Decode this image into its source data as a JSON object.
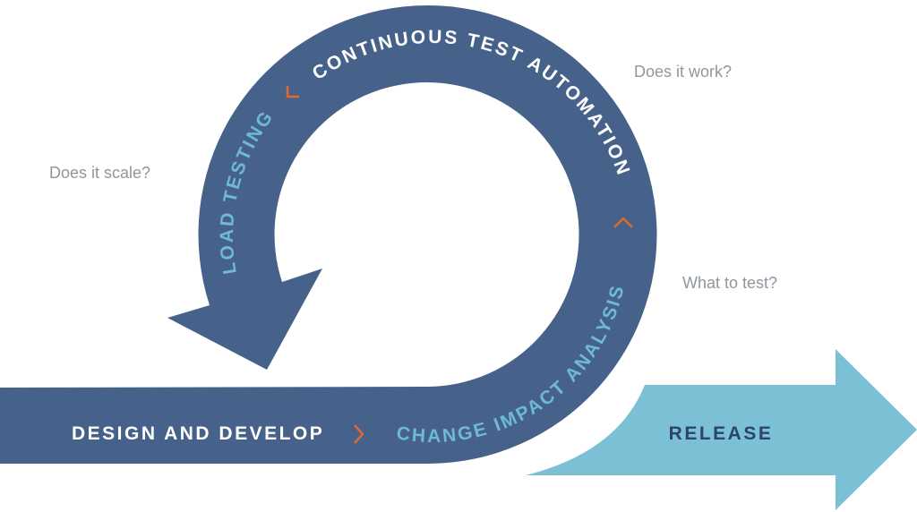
{
  "colors": {
    "ring": "#46628a",
    "release": "#7bc0d4",
    "accent": "#e06a2c",
    "light_text": "#6fb8d6",
    "white_text": "#ffffff",
    "release_text": "#2b4470",
    "question": "#8e979f"
  },
  "stages": {
    "design": "DESIGN AND DEVELOP",
    "change_impact": "CHANGE IMPACT ANALYSIS",
    "continuous": "CONTINUOUS TEST AUTOMATION",
    "load": "LOAD TESTING",
    "release": "RELEASE"
  },
  "questions": {
    "work": "Does it work?",
    "scale": "Does it scale?",
    "what": "What to test?"
  }
}
